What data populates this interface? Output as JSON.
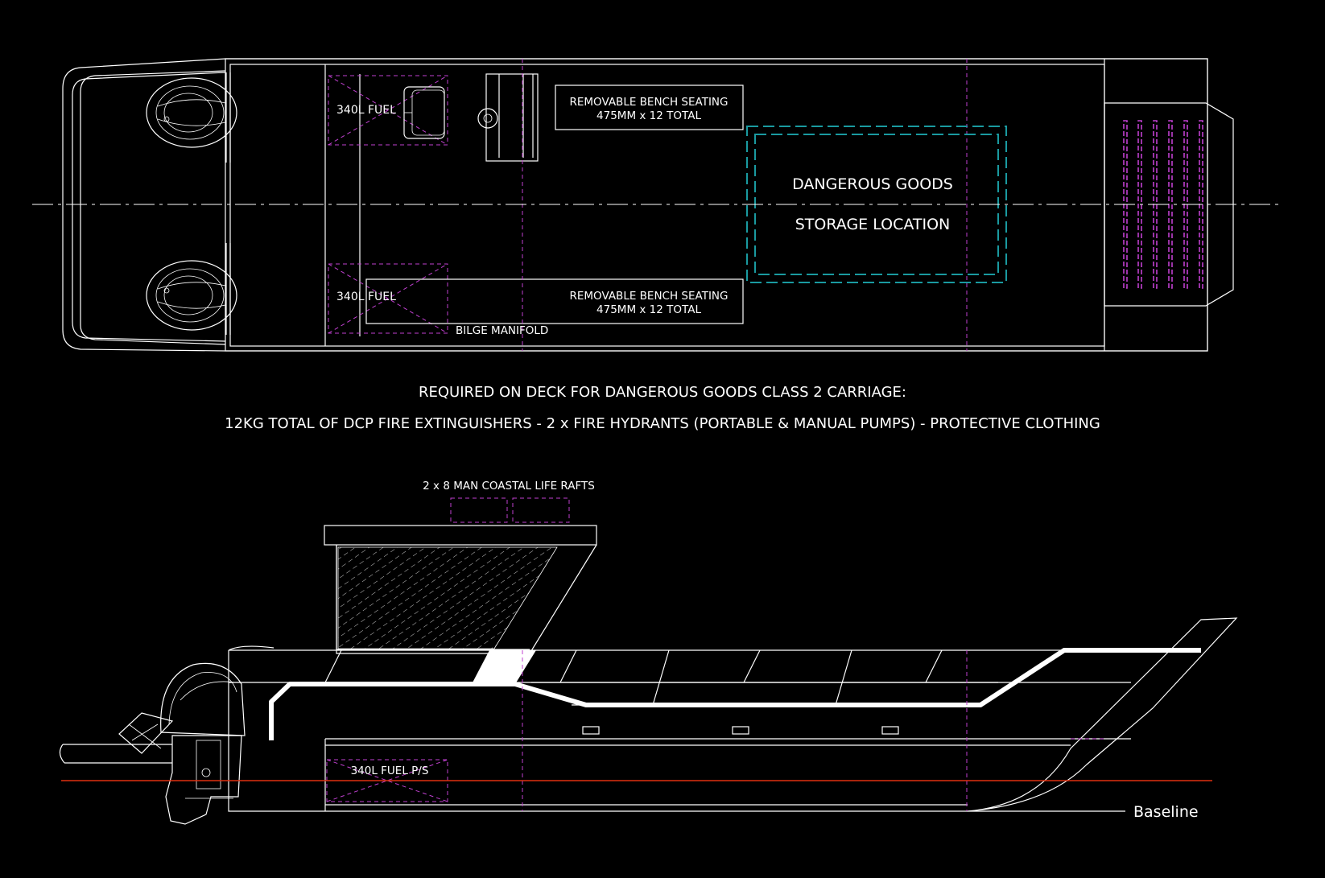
{
  "colors": {
    "background": "#000000",
    "linework": "#ffffff",
    "hidden_dashed": "#c040d0",
    "dangerous_goods_outline": "#1a9aa0",
    "waterline": "#e03010"
  },
  "plan_view": {
    "fuel_tank_top": "340L FUEL",
    "fuel_tank_bottom": "340L FUEL",
    "bench_top_line1": "REMOVABLE BENCH SEATING",
    "bench_top_line2": "475MM x 12 TOTAL",
    "bench_bottom_line1": "REMOVABLE BENCH SEATING",
    "bench_bottom_line2": "475MM x 12 TOTAL",
    "bilge_manifold": "BILGE MANIFOLD",
    "dangerous_goods_line1": "DANGEROUS GOODS",
    "dangerous_goods_line2": "STORAGE LOCATION"
  },
  "notes": {
    "line1": "REQUIRED ON DECK FOR DANGEROUS GOODS CLASS 2 CARRIAGE:",
    "line2": "12KG TOTAL OF DCP FIRE EXTINGUISHERS - 2 x FIRE HYDRANTS (PORTABLE & MANUAL PUMPS) - PROTECTIVE CLOTHING"
  },
  "profile_view": {
    "life_rafts": "2 x 8 MAN COASTAL LIFE RAFTS",
    "fuel_ps": "340L FUEL P/S",
    "baseline": "Baseline"
  }
}
